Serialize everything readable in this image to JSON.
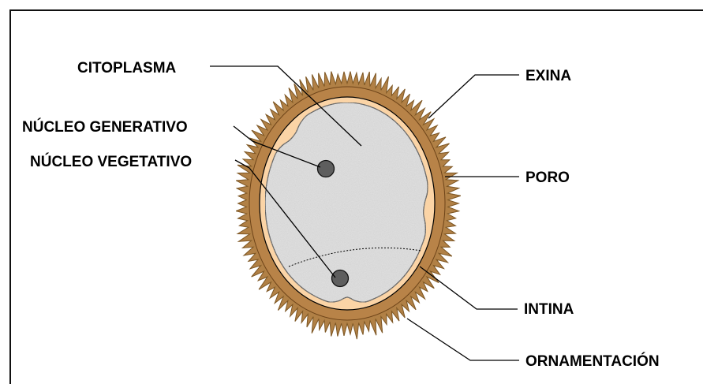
{
  "labels": {
    "citoplasma": "CITOPLASMA",
    "nucleo_generativo": "NÚCLEO GENERATIVO",
    "nucleo_vegetativo": "NÚCLEO VEGETATIVO",
    "exina": "EXINA",
    "poro": "PORO",
    "intina": "INTINA",
    "ornamentacion": "ORNAMENTACIÓN"
  },
  "colors": {
    "exina": "#b88348",
    "exina_dark": "#8a5a28",
    "intina": "#fbd4a6",
    "cytoplasm": "#e2e2e2",
    "nucleus": "#5e5e5e"
  }
}
